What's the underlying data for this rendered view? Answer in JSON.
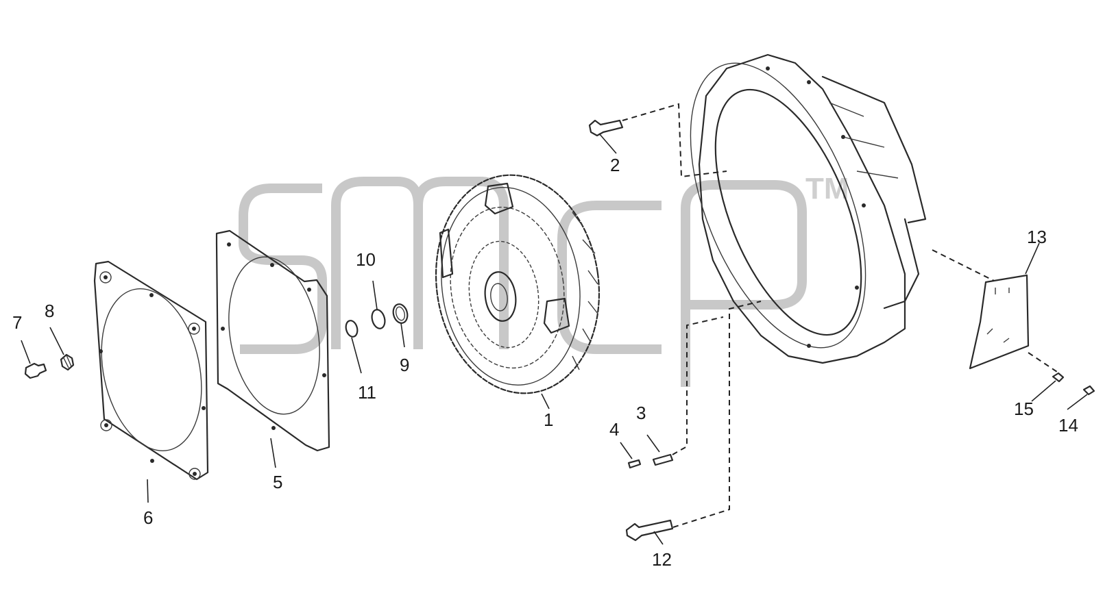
{
  "diagram": {
    "watermark": {
      "text": "smcp",
      "tm": "TM"
    },
    "callouts": [
      {
        "id": "1",
        "part": "torque-converter"
      },
      {
        "id": "2",
        "part": "bolt-upper"
      },
      {
        "id": "3",
        "part": "dowel-pin"
      },
      {
        "id": "4",
        "part": "pin"
      },
      {
        "id": "5",
        "part": "gasket"
      },
      {
        "id": "6",
        "part": "cover-plate"
      },
      {
        "id": "7",
        "part": "bolt-small"
      },
      {
        "id": "8",
        "part": "plug"
      },
      {
        "id": "9",
        "part": "seal-ring-large"
      },
      {
        "id": "10",
        "part": "seal-ring-medium"
      },
      {
        "id": "11",
        "part": "seal-ring-small"
      },
      {
        "id": "12",
        "part": "bolt-lower"
      },
      {
        "id": "13",
        "part": "inspection-cover"
      },
      {
        "id": "14",
        "part": "screw"
      },
      {
        "id": "15",
        "part": "washer"
      }
    ]
  }
}
